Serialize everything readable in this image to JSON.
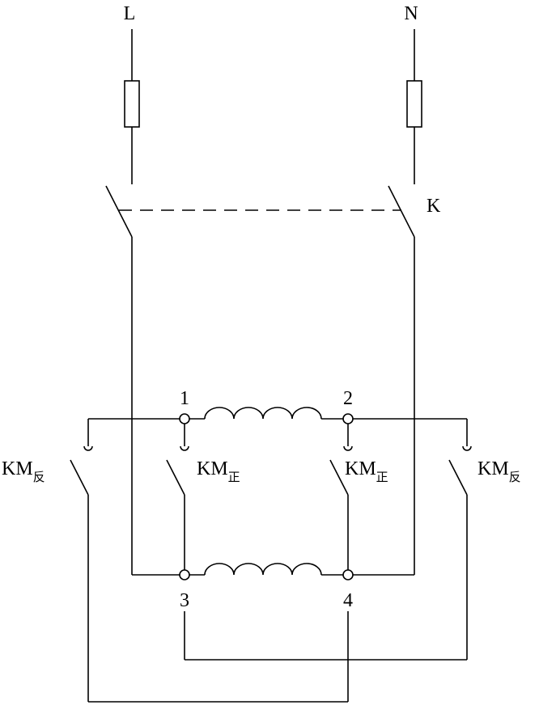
{
  "supply": {
    "line_label": "L",
    "neutral_label": "N"
  },
  "switch": {
    "label": "K"
  },
  "terminals": {
    "t1": "1",
    "t2": "2",
    "t3": "3",
    "t4": "4"
  },
  "contacts": {
    "reverse_left": {
      "main": "KM",
      "sub": "反"
    },
    "forward_left": {
      "main": "KM",
      "sub": "正"
    },
    "forward_right": {
      "main": "KM",
      "sub": "正"
    },
    "reverse_right": {
      "main": "KM",
      "sub": "反"
    }
  }
}
